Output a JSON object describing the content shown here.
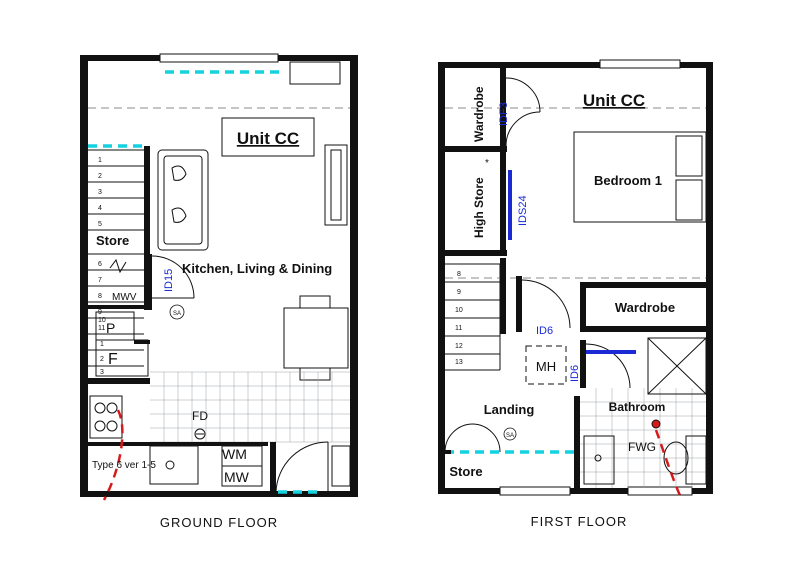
{
  "ground_floor": {
    "caption": "GROUND FLOOR",
    "unit_label": "Unit CC",
    "rooms": {
      "store": "Store",
      "kitchen_living_dining": "Kitchen, Living & Dining",
      "mwv": "MWV",
      "pantry": "P",
      "fridge": "F",
      "fd": "FD",
      "wm": "WM",
      "mw": "MW",
      "type_note": "Type 6 ver 1-5"
    },
    "door_tag": "ID15",
    "sa_symbol": "SA",
    "stair_numbers": [
      "1",
      "2",
      "3",
      "4",
      "5",
      "6",
      "7",
      "8",
      "9",
      "10",
      "11",
      "1",
      "2",
      "3"
    ]
  },
  "first_floor": {
    "caption": "FIRST FLOOR",
    "unit_label": "Unit CC",
    "rooms": {
      "wardrobe_left": "Wardrobe",
      "high_store": "High Store",
      "bedroom": "Bedroom 1",
      "wardrobe_right": "Wardrobe",
      "mh": "MH",
      "landing": "Landing",
      "bathroom": "Bathroom",
      "store": "Store",
      "fwg": "FWG"
    },
    "door_tags": {
      "idf3": "IDF3",
      "ids24": "IDS24",
      "id6_upper": "ID6",
      "id6_side": "ID6"
    },
    "sa_symbol": "SA",
    "asterisk": "*",
    "stair_numbers": [
      "8",
      "9",
      "10",
      "11",
      "12",
      "13"
    ]
  },
  "colors": {
    "walls": "#111111",
    "tags": "#1a2bd6",
    "windows": "#14d2e0",
    "sewer": "#d41a1a"
  }
}
